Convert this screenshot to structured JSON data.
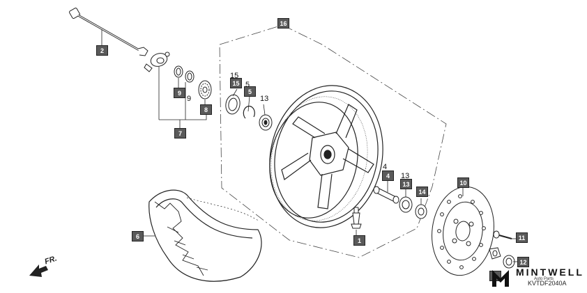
{
  "callouts": [
    {
      "id": "c2",
      "label": "2"
    },
    {
      "id": "c16",
      "label": "16"
    },
    {
      "id": "c9",
      "label": "9"
    },
    {
      "id": "c8",
      "label": "8"
    },
    {
      "id": "c15",
      "label": "15"
    },
    {
      "id": "c5",
      "label": "5"
    },
    {
      "id": "c7",
      "label": "7"
    },
    {
      "id": "c4",
      "label": "4"
    },
    {
      "id": "c13",
      "label": "13"
    },
    {
      "id": "c14",
      "label": "14"
    },
    {
      "id": "c10",
      "label": "10"
    },
    {
      "id": "c6",
      "label": "6"
    },
    {
      "id": "c1",
      "label": "1"
    },
    {
      "id": "c11",
      "label": "11"
    },
    {
      "id": "c12",
      "label": "12"
    },
    {
      "id": "c3",
      "label": "3"
    }
  ],
  "plain_labels": {
    "p9": "9",
    "p15": "15",
    "p5": "5",
    "p13": "13",
    "p4": "4",
    "p13b": "13"
  },
  "direction_label": "FR.",
  "brand": {
    "name": "MINTWELL",
    "tagline": "Auto Parts",
    "code": "KVTDF2040A"
  },
  "colors": {
    "line": "#222222",
    "callout_fill": "#5a5a5a",
    "dash": "#444444"
  }
}
